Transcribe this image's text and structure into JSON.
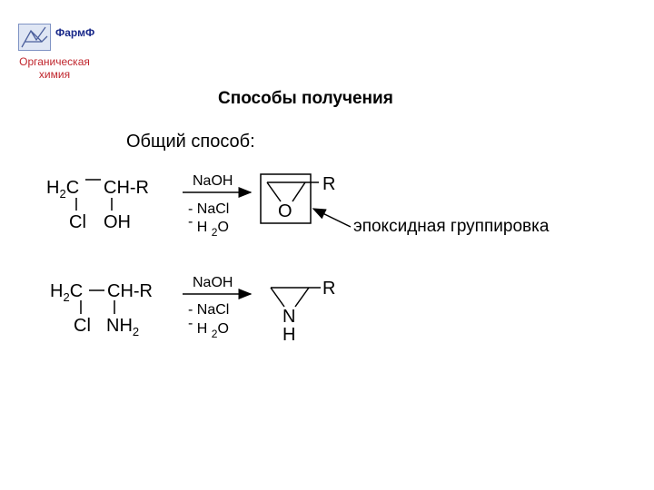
{
  "header": {
    "brand": "ФармФ",
    "subtitle_line1": "Органическая",
    "subtitle_line2": "химия"
  },
  "slide": {
    "title": "Способы получения",
    "subtitle": "Общий способ:"
  },
  "reaction1": {
    "left_carbon": "H",
    "left_carbon_sub": "2",
    "left_carbon_c": "C",
    "right_carbon": "CH-R",
    "sub_left": "Cl",
    "sub_right": "OH",
    "reagent_top": "NaOH",
    "reagent_mid": "- NaCl",
    "reagent_bottom_dash": "-",
    "reagent_bottom_h": "H",
    "reagent_bottom_sub": "2",
    "reagent_bottom_o": "O",
    "product_r": "R",
    "product_hetero": "O",
    "annotation": "эпоксидная группировка"
  },
  "reaction2": {
    "left_carbon": "H",
    "left_carbon_sub": "2",
    "left_carbon_c": "C",
    "right_carbon": "CH-R",
    "sub_left": "Cl",
    "sub_right": "NH",
    "sub_right_sub": "2",
    "reagent_top": "NaOH",
    "reagent_mid": "- NaCl",
    "reagent_bottom_dash": "-",
    "reagent_bottom_h": "H",
    "reagent_bottom_sub": "2",
    "reagent_bottom_o": "O",
    "product_r": "R",
    "product_hetero": "N",
    "product_h": "H"
  }
}
